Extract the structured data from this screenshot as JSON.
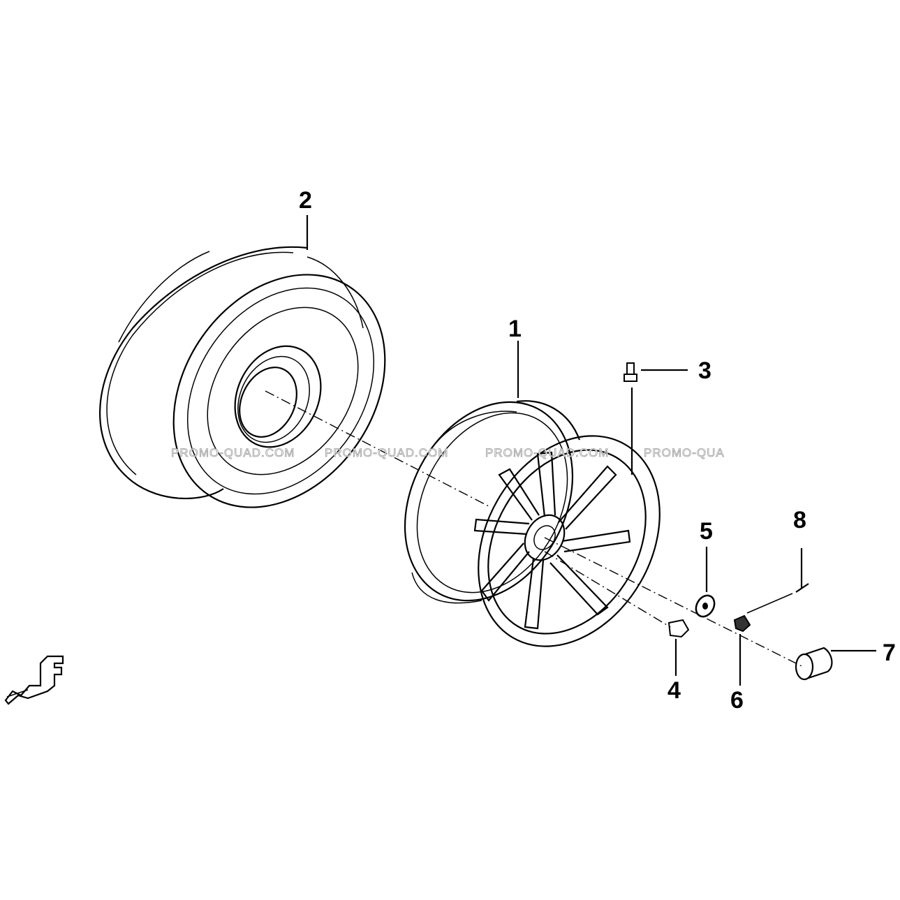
{
  "callouts": {
    "c1": "1",
    "c2": "2",
    "c3": "3",
    "c4": "4",
    "c5": "5",
    "c6": "6",
    "c7": "7",
    "c8": "8"
  },
  "watermarks": {
    "w1": "PROMO-QUAD.COM",
    "w2": "PROMO-QUAD.COM",
    "w3": "PROMO-QUAD.COM",
    "w4": "PROMO-QUA"
  },
  "direction_marker": {
    "letter": "F"
  },
  "colors": {
    "line": "#000000",
    "background": "#ffffff",
    "watermark": "#9a9a9a"
  }
}
